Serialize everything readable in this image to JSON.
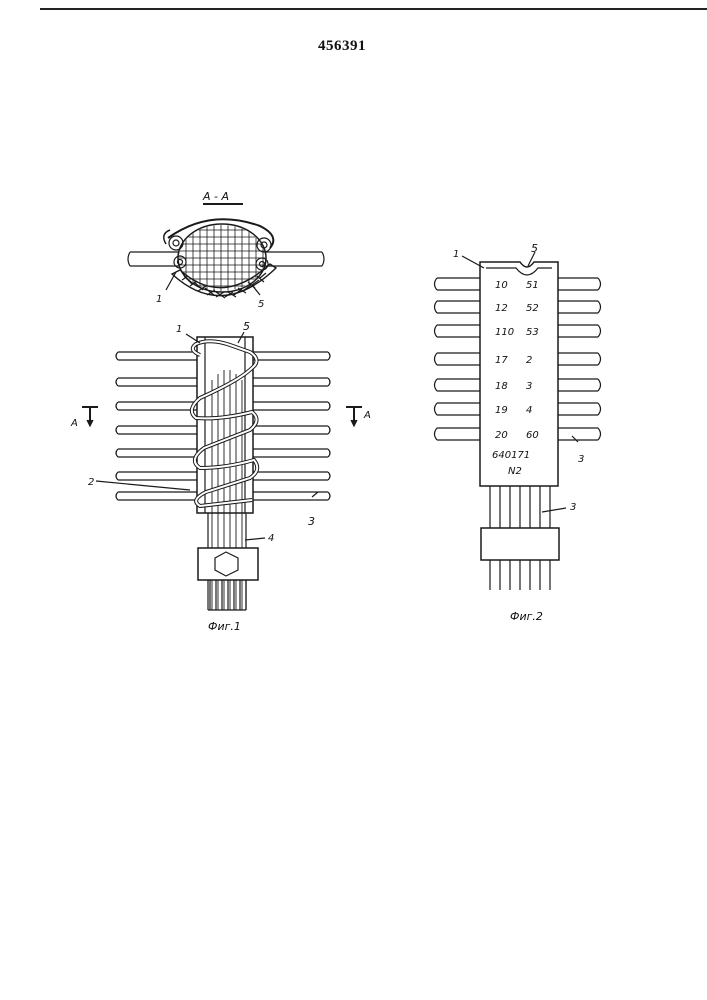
{
  "header": {
    "patent_number": "456391"
  },
  "fig1": {
    "caption": "Фиг.1",
    "section_title": "А - А",
    "section_marker_letter": "А",
    "labels": {
      "l1": "1",
      "l2": "2",
      "l3": "3",
      "l4": "4",
      "l5": "5"
    },
    "section_labels": {
      "l1": "1",
      "l5": "5"
    }
  },
  "fig2": {
    "caption": "Фиг.2",
    "labels": {
      "l1": "1",
      "l3a": "3",
      "l3b": "3",
      "l5": "5"
    },
    "left_numbers": [
      "10",
      "12",
      "110",
      "17",
      "18",
      "19",
      "20"
    ],
    "right_numbers": [
      "51",
      "52",
      "53",
      "2",
      "3",
      "4",
      "60"
    ],
    "code": "640171",
    "code_sub": "N2"
  }
}
